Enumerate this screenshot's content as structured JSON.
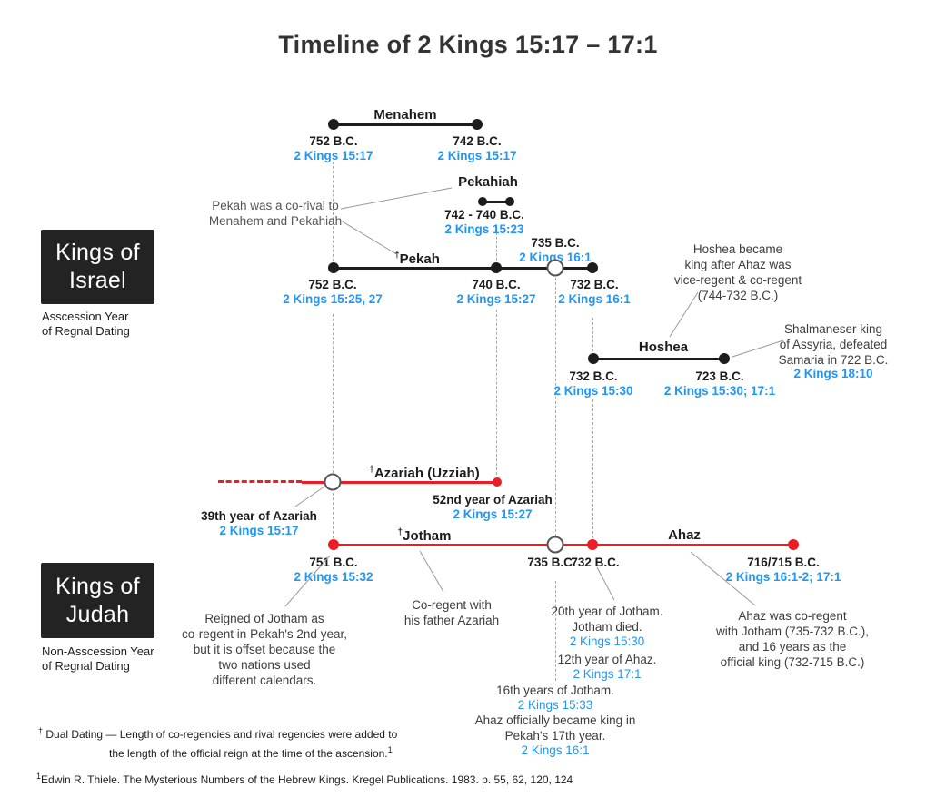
{
  "title": "Timeline of 2 Kings 15:17 – 17:1",
  "colors": {
    "israel_line": "#1c1c1c",
    "judah_line": "#ee1c25",
    "reference_blue": "#2196f3",
    "box_bg": "#232323"
  },
  "sections": {
    "israel": {
      "box_line1": "Kings of",
      "box_line2": "Israel",
      "sub_line1": "Asscession Year",
      "sub_line2": "of Regnal Dating"
    },
    "judah": {
      "box_line1": "Kings of",
      "box_line2": "Judah",
      "sub_line1": "Non-Asscession Year",
      "sub_line2": "of Regnal Dating"
    }
  },
  "kings": {
    "menahem": {
      "name": "Menahem",
      "start_date": "752 B.C.",
      "start_ref": "2 Kings 15:17",
      "end_date": "742 B.C.",
      "end_ref": "2 Kings 15:17"
    },
    "pekahiah": {
      "name": "Pekahiah",
      "date": "742 - 740 B.C.",
      "ref": "2 Kings 15:23"
    },
    "pekah": {
      "dagger": "†",
      "name": "Pekah",
      "start_date": "752 B.C.",
      "start_ref": "2 Kings 15:25, 27",
      "mid_date": "740 B.C.",
      "mid_ref": "2 Kings 15:27",
      "circle_date": "735 B.C.",
      "circle_ref": "2 Kings 16:1",
      "end_date": "732 B.C.",
      "end_ref": "2 Kings 16:1"
    },
    "hoshea": {
      "name": "Hoshea",
      "start_date": "732 B.C.",
      "start_ref": "2 Kings 15:30",
      "end_date": "723 B.C.",
      "end_ref": "2 Kings 15:30; 17:1"
    },
    "azariah": {
      "dagger": "†",
      "name": "Azariah (Uzziah)",
      "start_label": "39th year of Azariah",
      "start_ref": "2 Kings 15:17",
      "end_label": "52nd year of Azariah",
      "end_ref": "2 Kings 15:27"
    },
    "jotham": {
      "dagger": "†",
      "name": "Jotham",
      "start_date": "751 B.C.",
      "start_ref": "2 Kings 15:32",
      "circle_date": "735 B.C.",
      "dot_date": "732 B.C."
    },
    "ahaz": {
      "name": "Ahaz",
      "end_date": "716/715 B.C.",
      "end_ref": "2 Kings 16:1-2; 17:1"
    }
  },
  "notes": {
    "pekah_rival": {
      "lines": [
        "Pekah was a co-rival to",
        "Menahem and Pekahiah"
      ]
    },
    "hoshea_king": {
      "lines": [
        "Hoshea became",
        "king after Ahaz was",
        "vice-regent & co-regent",
        "(744-732 B.C.)"
      ]
    },
    "shalmaneser": {
      "lines": [
        "Shalmaneser king",
        "of Assyria, defeated",
        "Samaria in 722 B.C."
      ],
      "ref": "2 Kings 18:10"
    },
    "jotham_reign": {
      "lines": [
        "Reigned of Jotham as",
        "co-regent in Pekah's 2nd year,",
        "but it is offset because the",
        "two nations used",
        "different calendars."
      ]
    },
    "coregent": {
      "lines": [
        "Co-regent with",
        "his father Azariah"
      ]
    },
    "jotham_died": {
      "line1": "20th year of Jotham.",
      "line2": "Jotham died.",
      "ref1": "2 Kings 15:30",
      "line3": "12th year of Ahaz.",
      "ref2": "2 Kings 17:1"
    },
    "jotham_16": {
      "line1": "16th years of Jotham.",
      "ref1": "2 Kings 15:33",
      "line2": "Ahaz officially became king in",
      "line3": "Pekah's 17th year.",
      "ref2": "2 Kings 16:1"
    },
    "ahaz_coregent": {
      "lines": [
        "Ahaz was co-regent",
        "with Jotham (735-732 B.C.),",
        "and 16 years as the",
        "official king (732-715 B.C.)"
      ]
    }
  },
  "footnotes": {
    "dagger": "†",
    "dual_dating_line1": "Dual Dating — Length of co-regencies and rival regencies were added to",
    "dual_dating_line2": "the length of the official reign at the time of the ascension.",
    "dual_dating_sup": "1",
    "citation_sup": "1",
    "citation": "Edwin R. Thiele. The Mysterious Numbers of the Hebrew Kings. Kregel Publications. 1983. p. 55, 62, 120, 124"
  }
}
